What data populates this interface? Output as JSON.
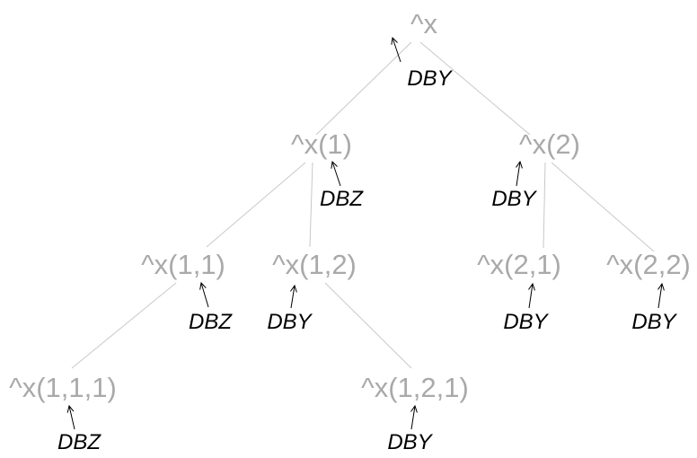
{
  "tree": {
    "nodes": [
      {
        "id": "n0",
        "label": "^x",
        "tag": "DBY",
        "parent": null
      },
      {
        "id": "n1",
        "label": "^x(1)",
        "tag": "DBZ",
        "parent": "n0"
      },
      {
        "id": "n2",
        "label": "^x(2)",
        "tag": "DBY",
        "parent": "n0"
      },
      {
        "id": "n11",
        "label": "^x(1,1)",
        "tag": "DBZ",
        "parent": "n1"
      },
      {
        "id": "n12",
        "label": "^x(1,2)",
        "tag": "DBY",
        "parent": "n1"
      },
      {
        "id": "n21",
        "label": "^x(2,1)",
        "tag": "DBY",
        "parent": "n2"
      },
      {
        "id": "n22",
        "label": "^x(2,2)",
        "tag": "DBY",
        "parent": "n2"
      },
      {
        "id": "n111",
        "label": "^x(1,1,1)",
        "tag": "DBZ",
        "parent": "n11"
      },
      {
        "id": "n121",
        "label": "^x(1,2,1)",
        "tag": "DBY",
        "parent": "n12"
      }
    ],
    "colors": {
      "node": "#a9a9a9",
      "edge": "#c8c8c8",
      "tag": "#000000"
    }
  }
}
